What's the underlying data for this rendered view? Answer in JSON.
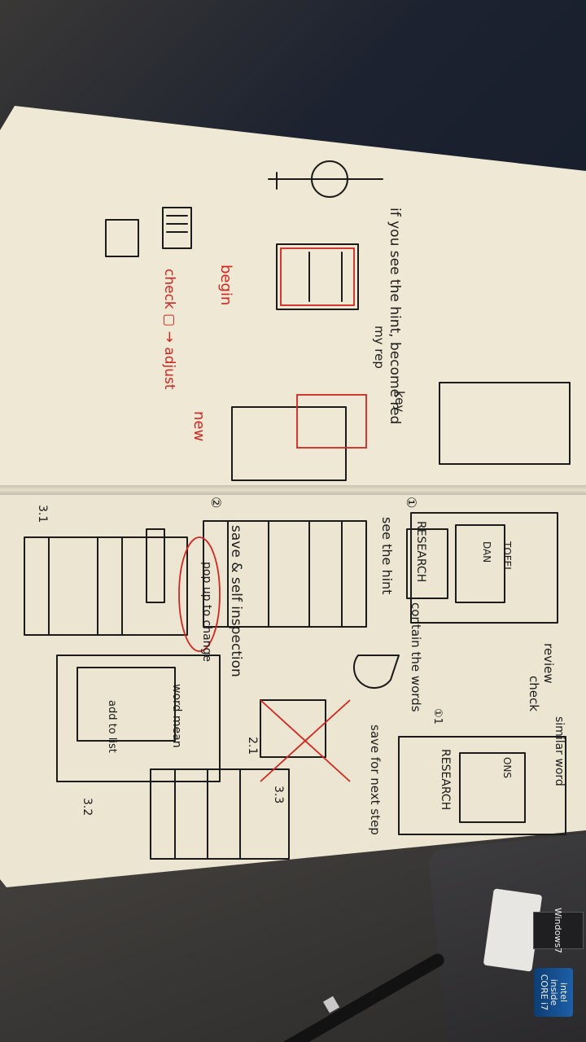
{
  "sketch": {
    "notes": {
      "review": "review",
      "check": "check",
      "similar_word": "similar word",
      "save_for_next_step": "save for next step",
      "save_and_self_inspection": "save & self inspection",
      "see_the_hint": "see the hint",
      "contain_the_words": "contain the words",
      "if_you_see_the_hint": "if you see the hint, become red",
      "begin": "begin",
      "check_adjust": "check ▢ → adjust",
      "new": "new",
      "pop_up": "pop up to change",
      "add_to_list": "add to list",
      "word_mean": "word mean",
      "research": "RESEARCH",
      "tofel": "TOFEL",
      "ons": "ONS",
      "dan": "DAN",
      "my_rep": "my rep",
      "key": "key",
      "sections": [
        "①",
        "②",
        "2.1",
        "3.1",
        "3.2",
        "3.3",
        "①1"
      ]
    },
    "laptop_stickers": {
      "windows": "Windows7",
      "intel": "intel inside CORE i7"
    }
  }
}
